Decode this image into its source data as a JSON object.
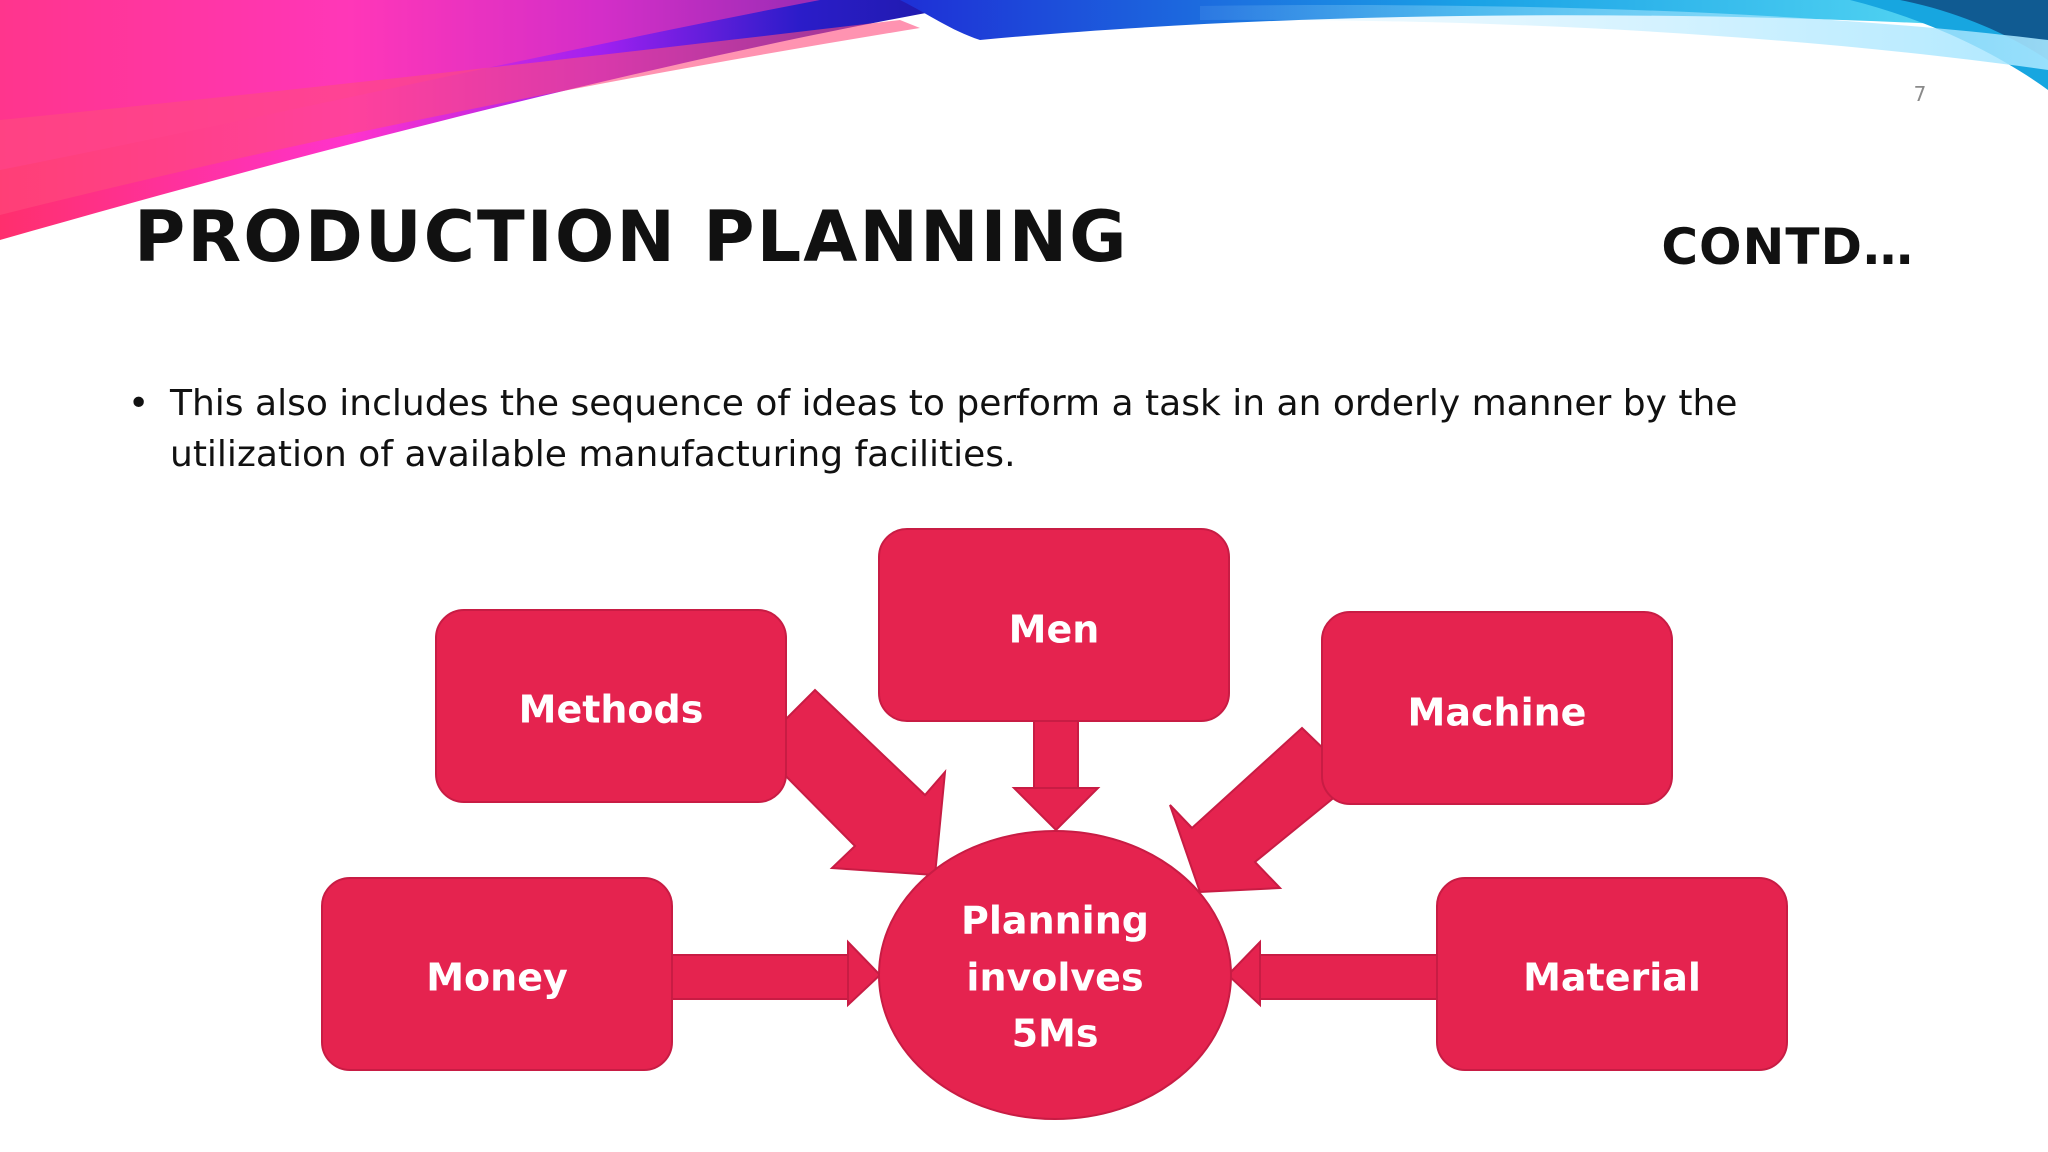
{
  "slide": {
    "number": "7",
    "title": "PRODUCTION PLANNING",
    "title_suffix": "CONTD…",
    "bullets": [
      "This also includes the sequence of ideas to perform a task in an orderly manner by the utilization of available manufacturing facilities."
    ]
  },
  "diagram": {
    "center": {
      "lines": [
        "Planning",
        "involves",
        "5Ms"
      ]
    },
    "nodes": {
      "men": "Men",
      "methods": "Methods",
      "machine": "Machine",
      "money": "Money",
      "material": "Material"
    },
    "colors": {
      "shape_fill": "#e5234f",
      "shape_stroke": "#c81c44",
      "text": "#ffffff"
    }
  }
}
